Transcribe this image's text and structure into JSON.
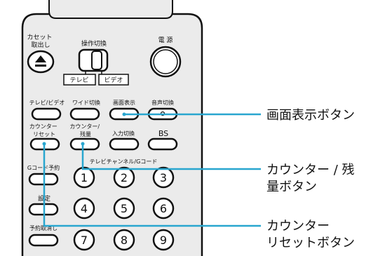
{
  "remote": {
    "eject_label": "カセット\n取出し",
    "switch_label": "操作切換",
    "tv_label": "テレビ",
    "video_label": "ビデオ",
    "power_label": "電 源",
    "row1": [
      "テレビ/ビデオ",
      "ワイド切換",
      "画面表示",
      "音声切換"
    ],
    "row2": [
      "カウンター\nリセット",
      "カウンター/\n残量",
      "入力切換",
      "BS"
    ],
    "channel_caption": "テレビチャンネル/Gコード",
    "gcode_label": "Gコード予約",
    "settings_label": "設定",
    "cancel_label": "予約取消し",
    "numbers": [
      "1",
      "2",
      "3",
      "4",
      "5",
      "6",
      "7",
      "8",
      "9"
    ]
  },
  "callouts": [
    {
      "text": "画面表示ボタン"
    },
    {
      "text": "カウンター / 残\n量ボタン"
    },
    {
      "text": "カウンター\nリセットボタン"
    }
  ],
  "colors": {
    "callout_line": "#29a6cf",
    "outline": "#111111",
    "body": "#ebebeb"
  },
  "icons": {
    "eject": "eject-icon"
  }
}
